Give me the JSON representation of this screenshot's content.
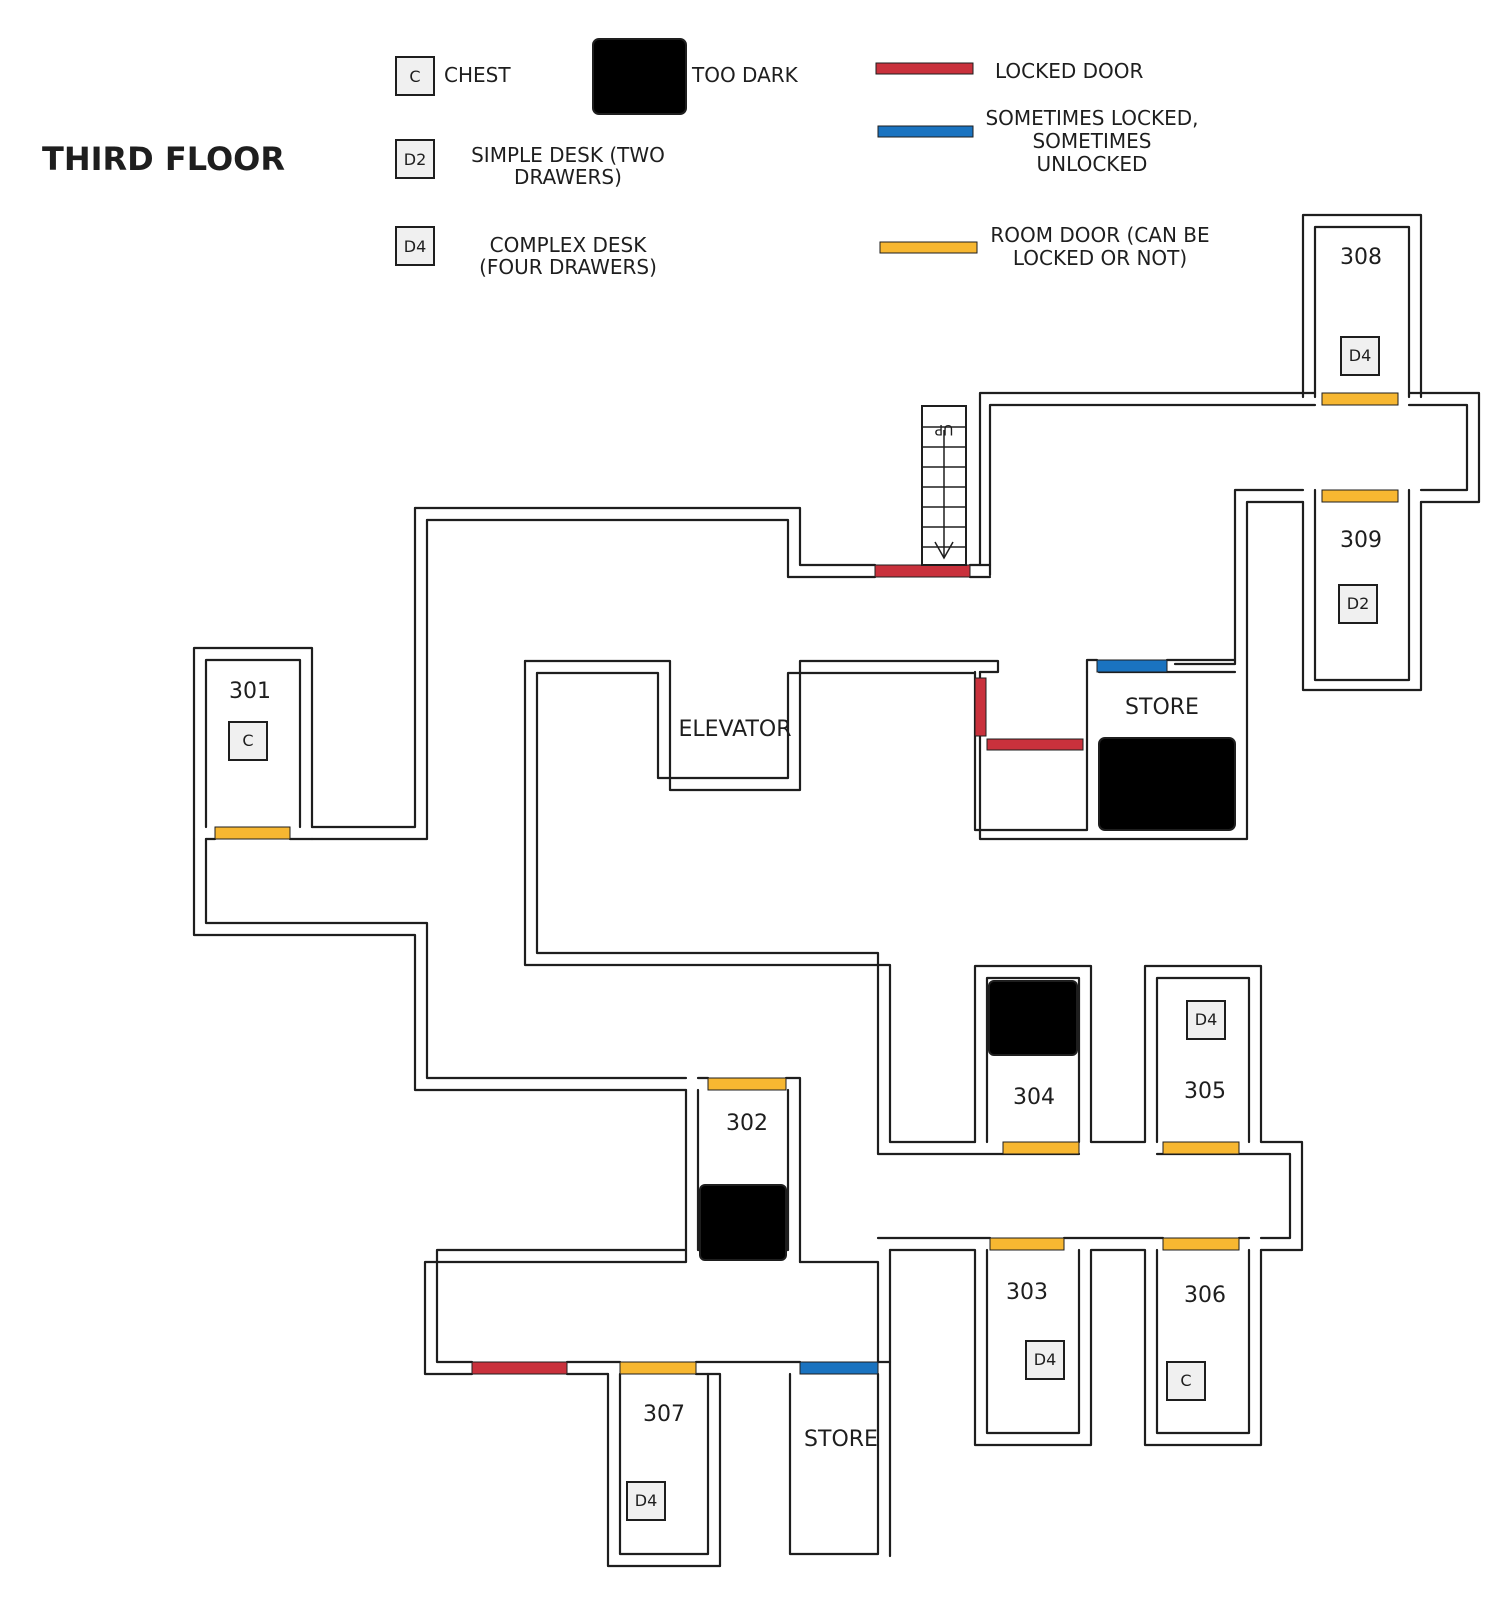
{
  "title": "THIRD FLOOR",
  "colors": {
    "locked": "#c9313c",
    "sometimes": "#1a73c0",
    "room_door": "#f7b731",
    "dark": "#000000",
    "box_fill": "#f0f0f0"
  },
  "legend": {
    "chest_code": "C",
    "chest_label": "CHEST",
    "d2_code": "D2",
    "d2_label_1": "SIMPLE DESK (TWO",
    "d2_label_2": "DRAWERS)",
    "d4_code": "D4",
    "d4_label_1": "COMPLEX DESK",
    "d4_label_2": "(FOUR DRAWERS)",
    "dark_label": "TOO DARK",
    "locked_label": "LOCKED DOOR",
    "sometimes_label_1": "SOMETIMES LOCKED,",
    "sometimes_label_2": "SOMETIMES",
    "sometimes_label_3": "UNLOCKED",
    "roomdoor_label_1": "ROOM DOOR (CAN BE",
    "roomdoor_label_2": "LOCKED OR NOT)"
  },
  "rooms": {
    "r301": "301",
    "r302": "302",
    "r303": "303",
    "r304": "304",
    "r305": "305",
    "r306": "306",
    "r307": "307",
    "r308": "308",
    "r309": "309",
    "store_upper": "STORE",
    "store_lower": "STORE",
    "elevator": "ELEVATOR",
    "stairs": "UP"
  },
  "items": {
    "r301_item": "C",
    "r305_item": "D4",
    "r303_item": "D4",
    "r306_item": "C",
    "r307_item": "D4",
    "r308_item": "D4",
    "r309_item": "D2"
  }
}
